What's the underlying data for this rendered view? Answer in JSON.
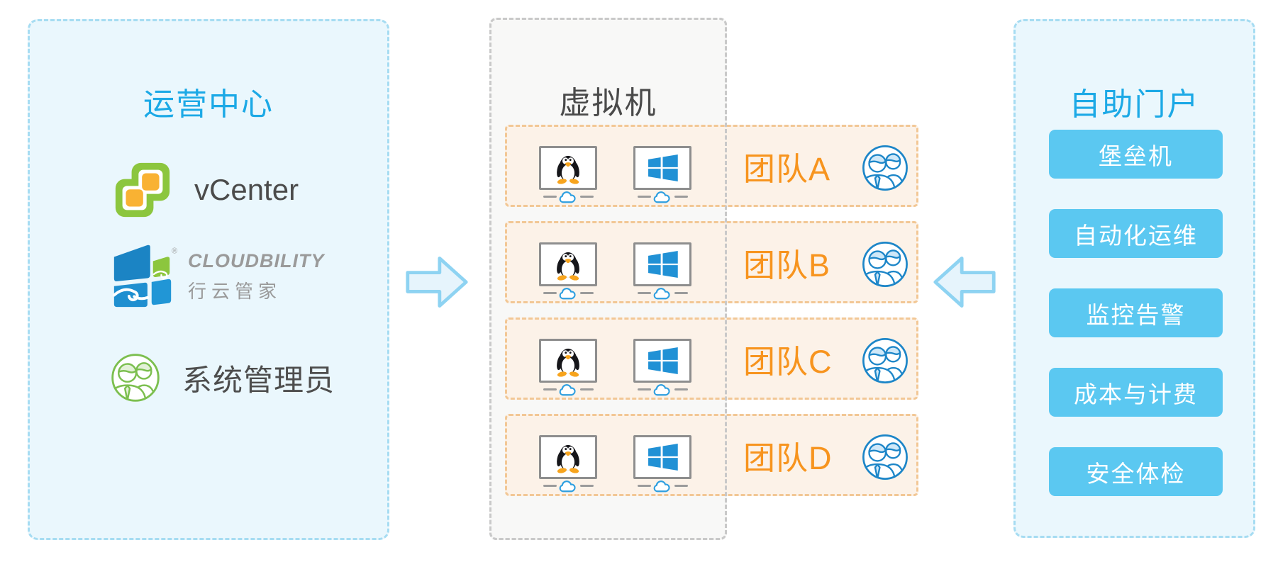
{
  "operations": {
    "title": "运营中心",
    "vcenter_label": "vCenter",
    "brand_en": "CLOUDBILITY",
    "brand_reg": "®",
    "brand_cn": "行云管家",
    "admin_label": "系统管理员"
  },
  "vm": {
    "title": "虚拟机",
    "teams": [
      {
        "label": "团队A"
      },
      {
        "label": "团队B"
      },
      {
        "label": "团队C"
      },
      {
        "label": "团队D"
      }
    ]
  },
  "portal": {
    "title": "自助门户",
    "buttons": [
      "堡垒机",
      "自动化运维",
      "监控告警",
      "成本与计费",
      "安全体检"
    ]
  },
  "colors": {
    "panel_bg_blue": "#eaf7fd",
    "panel_border_blue": "#a6dcf2",
    "title_blue": "#1ca9e6",
    "vm_panel_bg": "#f8f8f7",
    "vm_panel_border": "#c9c9c9",
    "vm_title_gray": "#4a4a4a",
    "team_row_bg": "#fcf2e8",
    "team_row_border": "#f2c795",
    "team_label_orange": "#f7941e",
    "button_bg": "#5bc8f1",
    "button_text": "#ffffff",
    "users_icon_blue": "#1d86c8",
    "admin_icon_green": "#7cbf4f",
    "windows_blue": "#2191d5",
    "tux_accent": "#f7a41d",
    "vsphere_green": "#8cc63e",
    "vsphere_yellow": "#f9b233",
    "arrow_fill": "#e6f4fc",
    "arrow_stroke": "#8ed3f2"
  }
}
